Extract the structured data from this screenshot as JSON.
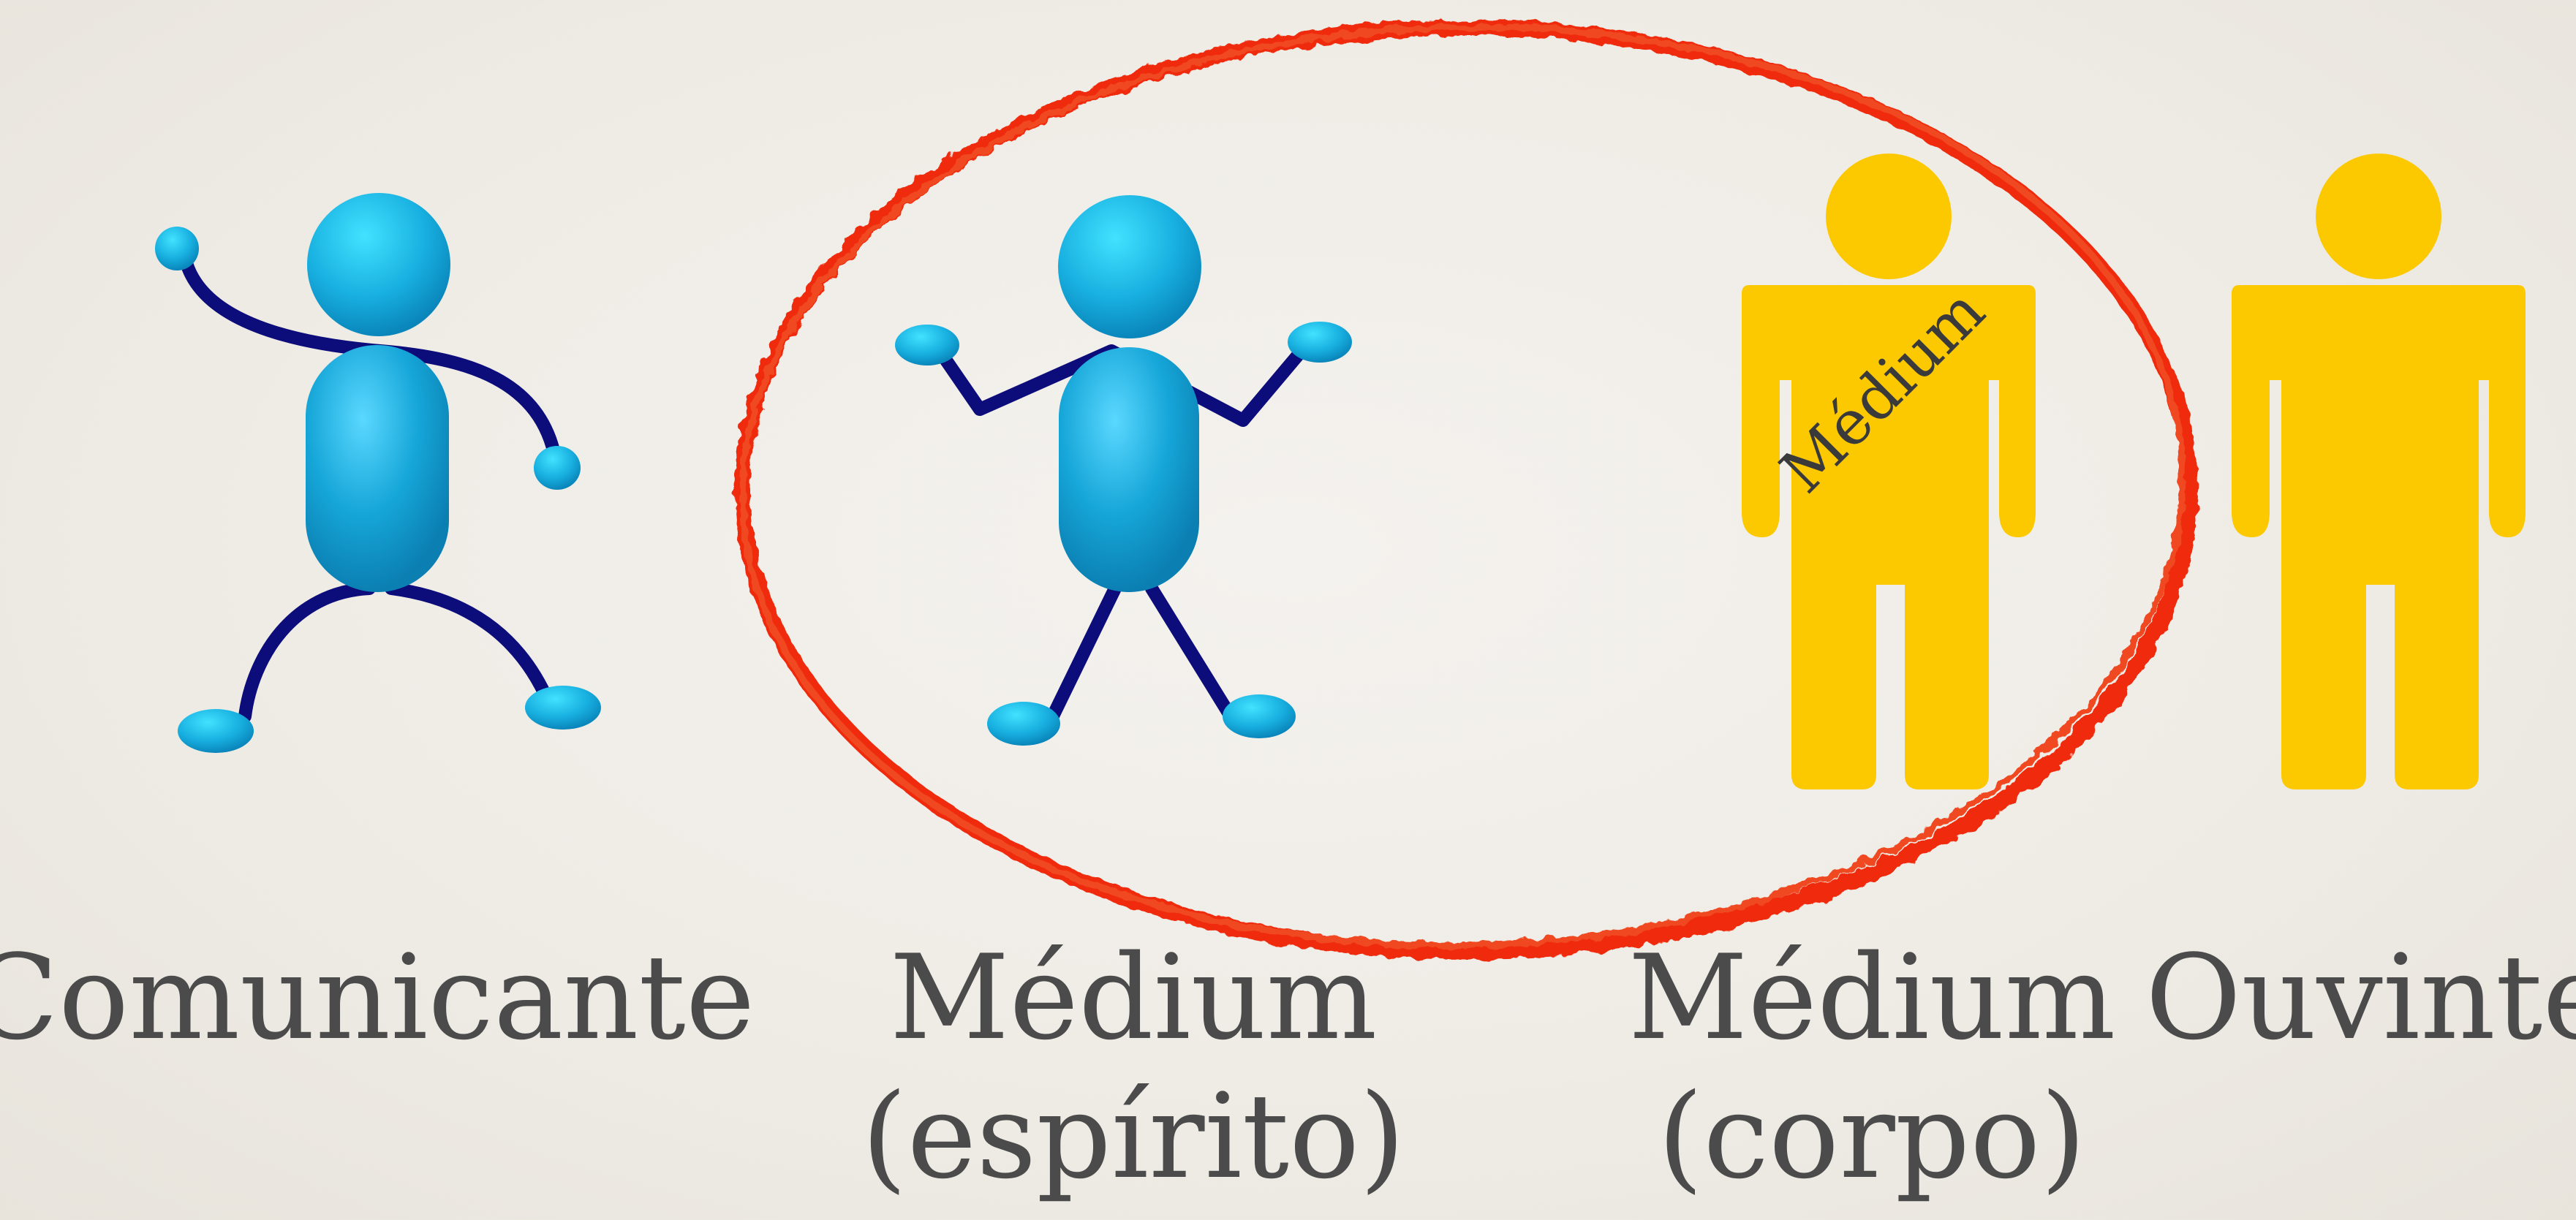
{
  "labels": {
    "communicator": "Comunicante",
    "medium_spirit_line1": "Médium",
    "medium_spirit_line2": "(espírito)",
    "medium_body_line1": "Médium",
    "medium_body_line2": "(corpo)",
    "listener": "Ouvinte"
  },
  "sash_text": "Médium",
  "colors": {
    "background": "#f0ede7",
    "spirit_figure": "#1aa3d6",
    "spirit_limbs": "#0c0c7a",
    "body_figure": "#fcc800",
    "circle": "#ef2c0c",
    "text": "#4b4b4b"
  },
  "icons": {
    "communicator": "stick-figure-blue-dancing",
    "medium_spirit": "stick-figure-blue-arms-raised",
    "medium_body": "person-silhouette-yellow-with-sash",
    "listener": "person-silhouette-yellow",
    "highlight": "hand-drawn-red-ellipse"
  }
}
